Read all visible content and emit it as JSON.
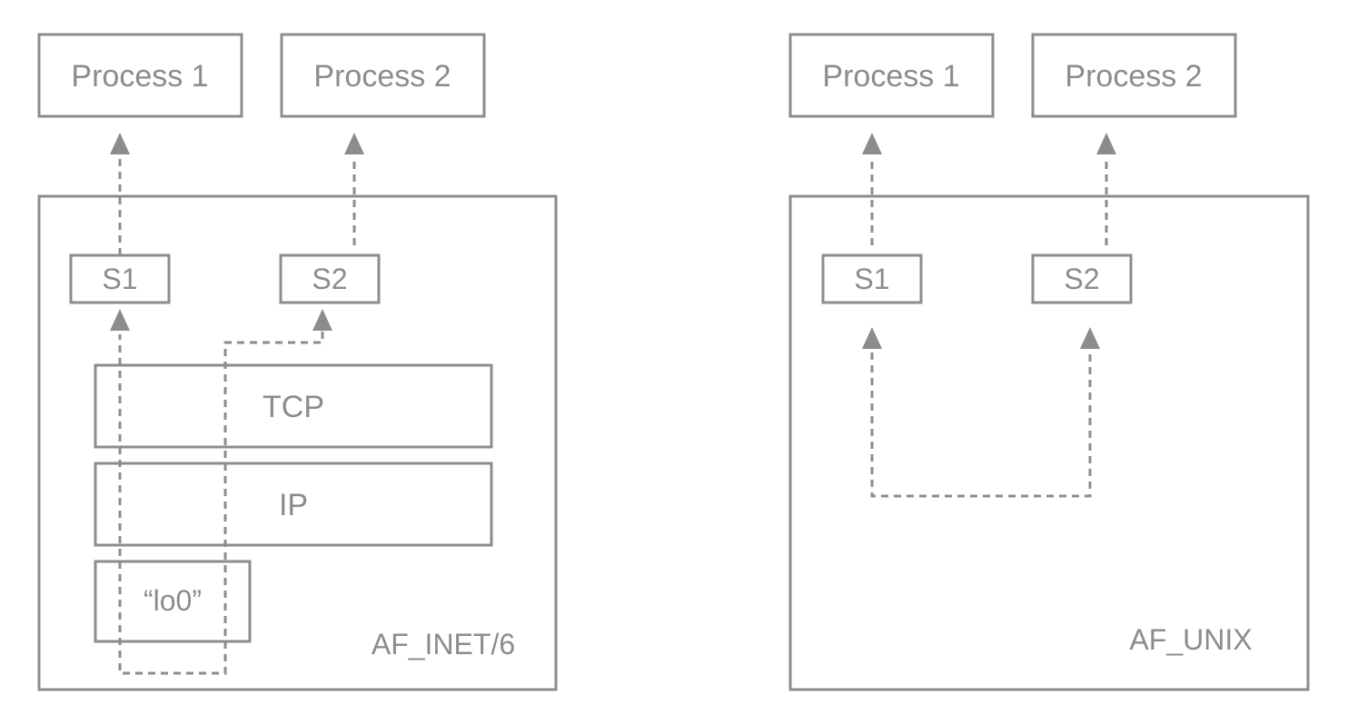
{
  "inet_panel": {
    "process1_label": "Process 1",
    "process2_label": "Process 2",
    "socket1_label": "S1",
    "socket2_label": "S2",
    "tcp_label": "TCP",
    "ip_label": "IP",
    "loopback_label": "“lo0”",
    "family_label": "AF_INET/6"
  },
  "unix_panel": {
    "process1_label": "Process 1",
    "process2_label": "Process 2",
    "socket1_label": "S1",
    "socket2_label": "S2",
    "family_label": "AF_UNIX"
  },
  "colors": {
    "stroke": "#8c8c8c",
    "text": "#8c8c8c",
    "background": "#ffffff"
  }
}
